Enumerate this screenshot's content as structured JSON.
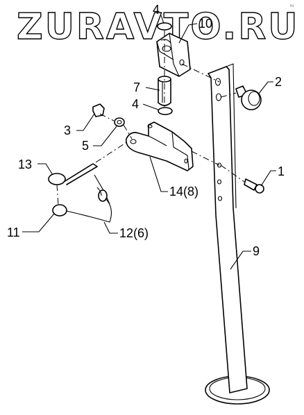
{
  "watermark": "ZURAVTO.RU",
  "corner_mark": "ru",
  "callouts": {
    "c1": "1",
    "c2": "2",
    "c3": "3",
    "c4_top": "4",
    "c4_mid": "4",
    "c5": "5",
    "c7": "7",
    "c9": "9",
    "c10": "10",
    "c11": "11",
    "c12": "12(6)",
    "c13": "13",
    "c14": "14(8)"
  }
}
